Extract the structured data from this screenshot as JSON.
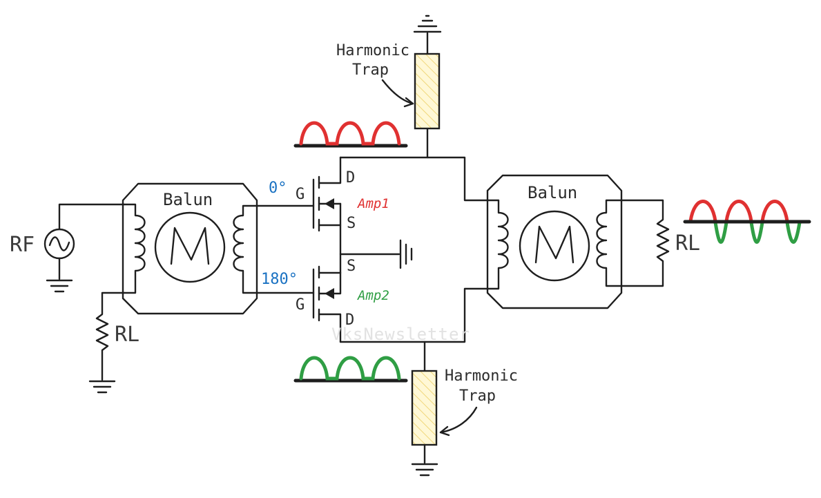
{
  "labels": {
    "rf_source": "RF",
    "load_left": "RL",
    "load_right": "RL",
    "balun_left": "Balun",
    "balun_right": "Balun",
    "phase_top": "0°",
    "phase_bottom": "180°",
    "amp_top": "Amp1",
    "amp_bottom": "Amp2",
    "gate_top": "G",
    "gate_bottom": "G",
    "drain_top": "D",
    "drain_bottom": "D",
    "source_top": "S",
    "source_bottom": "S",
    "trap_top_line1": "Harmonic",
    "trap_top_line2": "Trap",
    "trap_bottom_line1": "Harmonic",
    "trap_bottom_line2": "Trap",
    "watermark": "VksNewsletter"
  },
  "colors": {
    "amp1": "#e03131",
    "amp2": "#2f9e44",
    "phase": "#1971c2",
    "trap_fill": "#fff3bf",
    "ink": "#1e1e1e"
  }
}
